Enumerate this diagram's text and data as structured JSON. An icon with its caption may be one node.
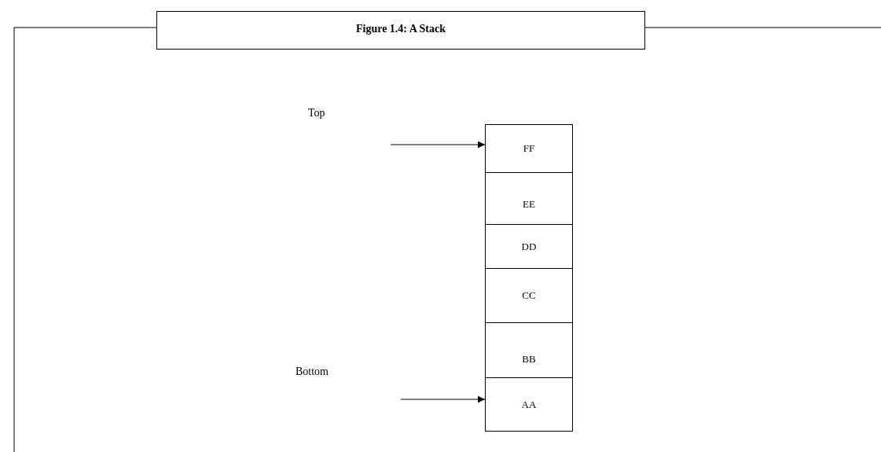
{
  "diagram": {
    "nodes": [
      {
        "text": [
          "Figure 1.4: A Stack"
        ]
      },
      {
        "text": [
          "FF"
        ]
      },
      {
        "text": [
          "EE"
        ]
      },
      {
        "text": [
          "DD"
        ]
      },
      {
        "text": [
          "CC"
        ]
      },
      {
        "text": [
          "BB"
        ]
      },
      {
        "text": [
          "AA"
        ]
      }
    ],
    "edges": [
      {
        "from": null,
        "to": 1,
        "arrow": "to"
      },
      {
        "from": null,
        "to": 6,
        "arrow": "to"
      }
    ],
    "labels": [
      "Top",
      "Bottom"
    ]
  }
}
